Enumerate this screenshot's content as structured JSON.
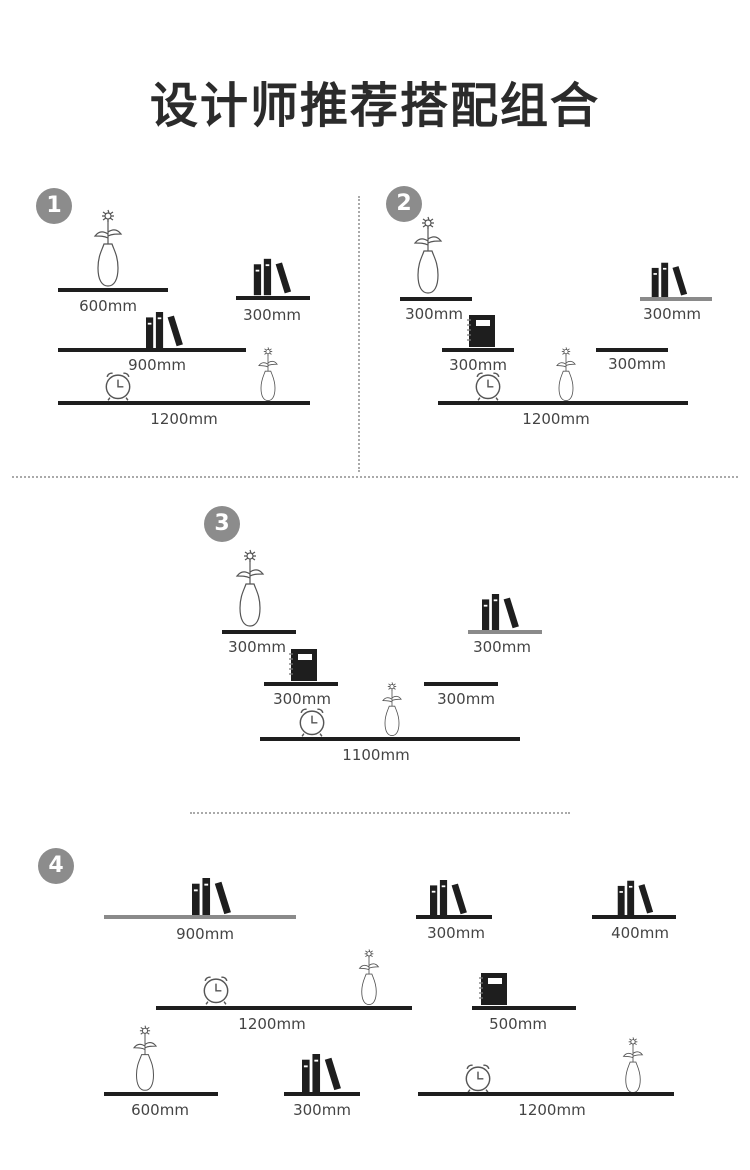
{
  "title": "设计师推荐搭配组合",
  "combos": [
    {
      "badge": "1",
      "labels": [
        "600mm",
        "300mm",
        "900mm",
        "1200mm"
      ]
    },
    {
      "badge": "2",
      "labels": [
        "300mm",
        "300mm",
        "300mm",
        "300mm",
        "1200mm"
      ]
    },
    {
      "badge": "3",
      "labels": [
        "300mm",
        "300mm",
        "300mm",
        "300mm",
        "1100mm"
      ]
    },
    {
      "badge": "4",
      "labels": [
        "900mm",
        "300mm",
        "400mm",
        "1200mm",
        "500mm",
        "600mm",
        "300mm",
        "1200mm"
      ]
    }
  ],
  "icons": {
    "vase": "flower-vase-icon",
    "books": "books-icon",
    "clock": "alarm-clock-icon",
    "notebook": "notebook-icon"
  }
}
